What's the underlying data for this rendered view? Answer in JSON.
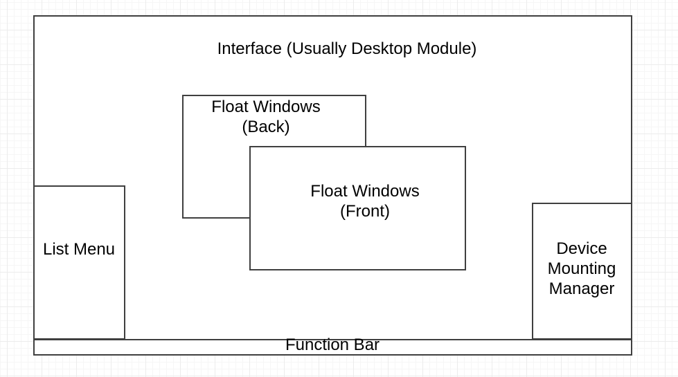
{
  "canvas": {
    "description": "diagram drawing canvas with light grid paper background"
  },
  "colors": {
    "stroke": "#3f3f3f",
    "shape_fill": "#ffffff",
    "text": "#000000",
    "grid_minor": "#f6f6f6",
    "grid_major": "#ececec",
    "canvas_bg": "#ffffff"
  },
  "nodes": {
    "interface": {
      "label": "Interface (Usually Desktop Module)"
    },
    "float_back": {
      "line1": "Float Windows",
      "line2": "(Back)"
    },
    "float_front": {
      "line1": "Float Windows",
      "line2": "(Front)"
    },
    "list_menu": {
      "label": "List Menu"
    },
    "device_manager": {
      "line1": "Device",
      "line2": "Mounting",
      "line3": "Manager"
    },
    "function_bar": {
      "label": "Function Bar"
    }
  }
}
